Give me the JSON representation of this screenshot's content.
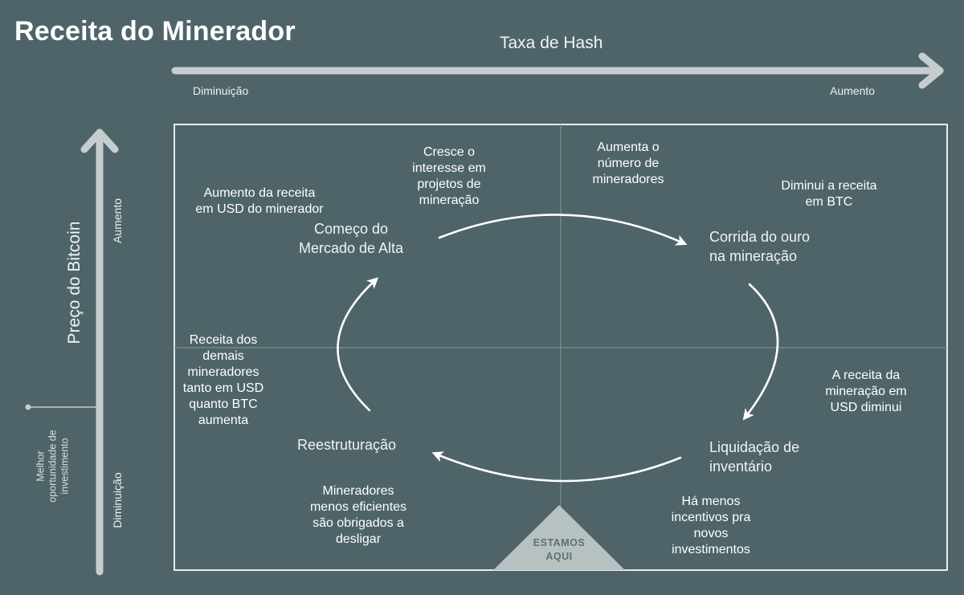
{
  "title": "Receita do Minerador",
  "x_axis": {
    "label": "Taxa de Hash",
    "low": "Diminuição",
    "high": "Aumento"
  },
  "y_axis": {
    "label": "Preço do Bitcoin",
    "low": "Diminuição",
    "high": "Aumento"
  },
  "marker": {
    "lines": [
      "Melhor",
      "oportunidade de",
      "investimento"
    ]
  },
  "phases": {
    "bull_start": [
      "Começo do",
      "Mercado de Alta"
    ],
    "gold_rush": [
      "Corrida do ouro",
      "na mineração"
    ],
    "liquidation": [
      "Liquidação de",
      "inventário"
    ],
    "restructuring": [
      "Reestruturação"
    ]
  },
  "notes": {
    "usd_revenue_up": [
      "Aumento da receita",
      "em USD do minerador"
    ],
    "interest_grows": [
      "Cresce o",
      "interesse em",
      "projetos de",
      "mineração"
    ],
    "miners_increase": [
      "Aumenta o",
      "número de",
      "mineradores"
    ],
    "btc_revenue_down": [
      "Diminui a receita",
      "em BTC"
    ],
    "usd_mining_down": [
      "A receita da",
      "mineração em",
      "USD diminui"
    ],
    "fewer_incentives": [
      "Há menos",
      "incentivos pra",
      "novos",
      "investimentos"
    ],
    "shutdown": [
      "Mineradores",
      "menos eficientes",
      "são obrigados a",
      "desligar"
    ],
    "others_revenue_up": [
      "Receita dos",
      "demais",
      "mineradores",
      "tanto em USD",
      "quanto BTC",
      "aumenta"
    ]
  },
  "here_marker": [
    "ESTAMOS",
    "AQUI"
  ],
  "colors": {
    "background": "#4e6468",
    "arrow": "#c5cdce",
    "frame": "#e8eced",
    "triangle": "#b7c1c2"
  }
}
